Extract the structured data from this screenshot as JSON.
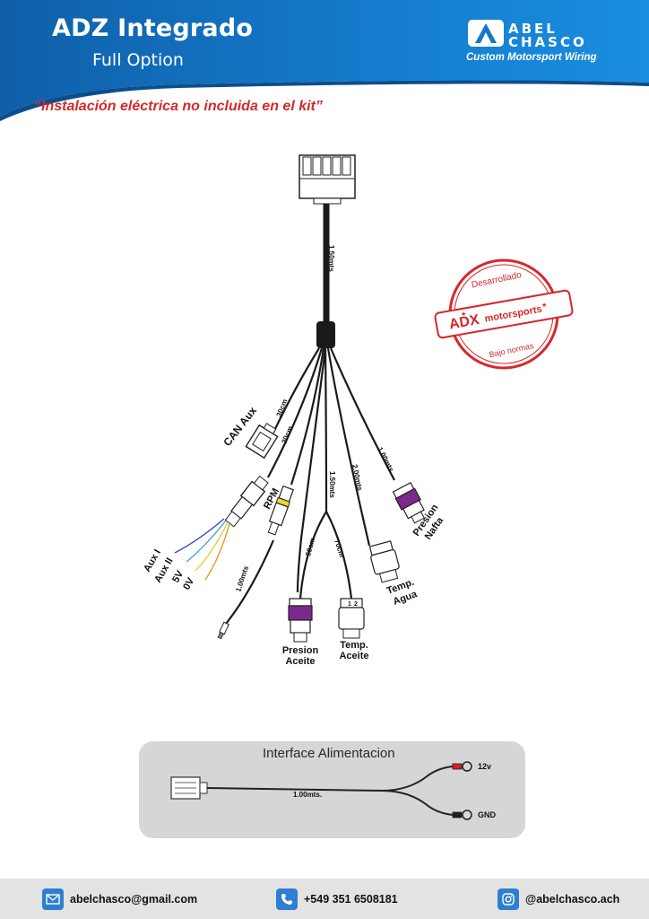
{
  "header": {
    "title": "ADZ Integrado",
    "subtitle": "Full Option",
    "brand_line1": "ABEL",
    "brand_line2": "CHASCO",
    "brand_tagline": "Custom Motorsport Wiring"
  },
  "notice": "“Instalación eléctrica no incluida en el kit”",
  "stamp": {
    "top_text": "Desarrollado",
    "logo_text": "ADX",
    "logo_sub": "motorsports",
    "bottom_text": "Bajo normas",
    "color": "#d8262b"
  },
  "harness": {
    "trunk_length": "1.50mts",
    "branches": {
      "can_aux": {
        "length": "30cm",
        "label": "CAN Aux"
      },
      "rpm": {
        "length": "20cm",
        "label": "RPM"
      },
      "probe": {
        "length": "1.00mts"
      },
      "center": {
        "length": "1.50mts"
      },
      "presion_aceite": {
        "length": "50cm",
        "label_line1": "Presion",
        "label_line2": "Aceite"
      },
      "temp_aceite": {
        "length": "70cm",
        "label_line1": "Temp.",
        "label_line2": "Aceite"
      },
      "temp_agua": {
        "length": "2.00mts",
        "label_line1": "Temp.",
        "label_line2": "Agua"
      },
      "presion_nafta": {
        "length": "1.00mts",
        "label_line1": "Presion",
        "label_line2": "Nafta"
      }
    },
    "aux_wires": [
      {
        "label": "Aux I",
        "color": "#3b3bd6"
      },
      {
        "label": "Aux II",
        "color": "#3aa0d8"
      },
      {
        "label": "5V",
        "color": "#d8cf24"
      },
      {
        "label": "0V",
        "color": "#e8921c"
      }
    ],
    "connector_pin_labels": [
      "1",
      "2"
    ]
  },
  "power_interface": {
    "title": "Interface Alimentacion",
    "cable_length": "1.00mts.",
    "outputs": [
      {
        "label": "12v",
        "color": "#d82020"
      },
      {
        "label": "GND",
        "color": "#1f1f1f"
      }
    ]
  },
  "footer": {
    "email": "abelchasco@gmail.com",
    "phone": "+549 351 6508181",
    "instagram": "@abelchasco.ach"
  },
  "colors": {
    "header_blue": "#1478c8",
    "accent_blue": "#2f7fd0",
    "wire": "#1a1a1a",
    "purple_seal": "#7b2a8c"
  }
}
